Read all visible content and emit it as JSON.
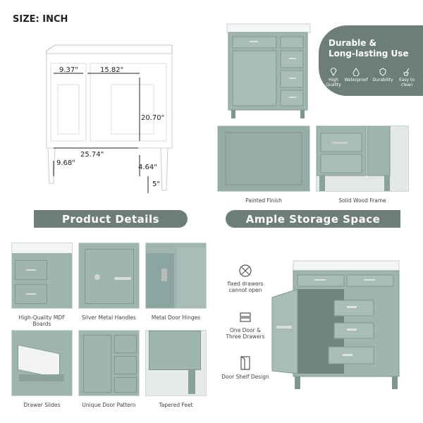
{
  "size_label": "SIZE: INCH",
  "dimensions": {
    "d1": "9.37\"",
    "d2": "15.82\"",
    "d3": "20.70\"",
    "d4": "25.74\"",
    "d5": "9.68\"",
    "d6": "4.64\"",
    "d7": "5\""
  },
  "durable": {
    "title_line1": "Durable &",
    "title_line2": "Long-lasting Use",
    "features": [
      {
        "icon": "diamond-icon",
        "label": "High Quality"
      },
      {
        "icon": "water-drop-icon",
        "label": "Waterproof"
      },
      {
        "icon": "shield-icon",
        "label": "Durability"
      },
      {
        "icon": "broom-icon",
        "label": "Easy to clean"
      }
    ]
  },
  "detail_captions": {
    "painted": "Painted Finish",
    "frame": "Solid Wood Frame"
  },
  "banners": {
    "left": "Product Details",
    "right": "Ample Storage Space"
  },
  "grid_captions": [
    "High-Quality MDF Boards",
    "Silver Metal Handles",
    "Metal Door Hinges",
    "Drawer Slides",
    "Unique Door Pattern",
    "Tapered Feet"
  ],
  "storage_annotations": {
    "drawers": "fixed drawers cannot open",
    "door": "One Door & Three Drawers",
    "shelf": "Door Shelf Design"
  },
  "colors": {
    "cabinet": "#9fb5b0",
    "cabinet_dark": "#7f9792",
    "banner": "#6d7d7a"
  }
}
